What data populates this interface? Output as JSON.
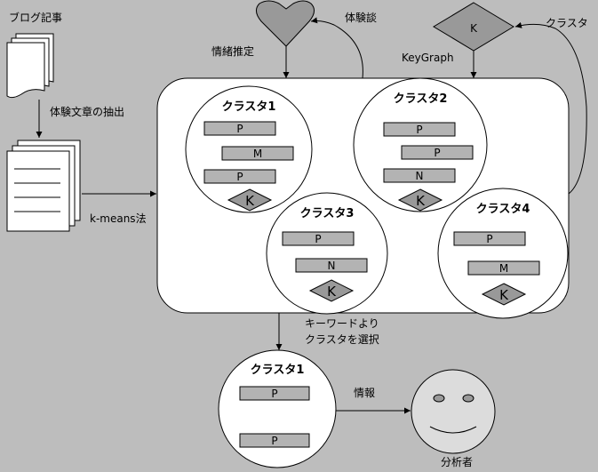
{
  "labels": {
    "blog_posts": "ブログ記事",
    "extract_experience": "体験文章の抽出",
    "kmeans": "k-means法",
    "emotion_estimation": "情緒推定",
    "experience_talk": "体験談",
    "keygraph": "KeyGraph",
    "cluster_top_right": "クラスタ",
    "select_by_keyword_line1": "キーワードより",
    "select_by_keyword_line2": "クラスタを選択",
    "information": "情報",
    "analyst": "分析者"
  },
  "keygraph_node": "K",
  "clusters": [
    {
      "title": "クラスタ1",
      "bars": [
        "P",
        "M",
        "P"
      ],
      "key": "K"
    },
    {
      "title": "クラスタ2",
      "bars": [
        "P",
        "P",
        "N"
      ],
      "key": "K"
    },
    {
      "title": "クラスタ3",
      "bars": [
        "P",
        "N"
      ],
      "key": "K"
    },
    {
      "title": "クラスタ4",
      "bars": [
        "P",
        "M"
      ],
      "key": "K"
    }
  ],
  "selected_cluster": {
    "title": "クラスタ1",
    "bars": [
      "P",
      "P"
    ]
  },
  "colors": {
    "background": "#bdbdbd",
    "box_fill": "#ffffff",
    "bar_fill": "#b3b3b3",
    "key_fill": "#999999",
    "heart_fill": "#999999",
    "face_fill": "#dcdcdc"
  }
}
